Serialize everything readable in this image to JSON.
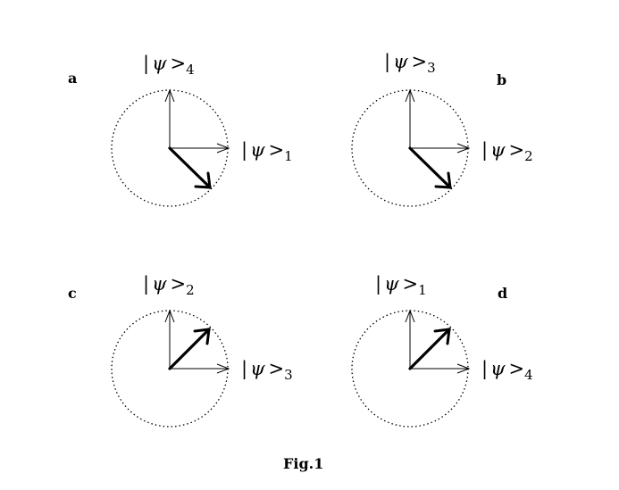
{
  "ket_symbol": {
    "bar": "|",
    "psi": "ψ",
    "close": ">"
  },
  "panels": [
    {
      "letter": "a",
      "vertical_ket_index": "4",
      "horizontal_ket_index": "1",
      "state_direction": "down-right"
    },
    {
      "letter": "b",
      "vertical_ket_index": "3",
      "horizontal_ket_index": "2",
      "state_direction": "down-right"
    },
    {
      "letter": "c",
      "vertical_ket_index": "2",
      "horizontal_ket_index": "3",
      "state_direction": "up-right"
    },
    {
      "letter": "d",
      "vertical_ket_index": "1",
      "horizontal_ket_index": "4",
      "state_direction": "up-right"
    }
  ],
  "caption": "Fig.1",
  "colors": {
    "background": "#ffffff",
    "ink": "#000000"
  }
}
